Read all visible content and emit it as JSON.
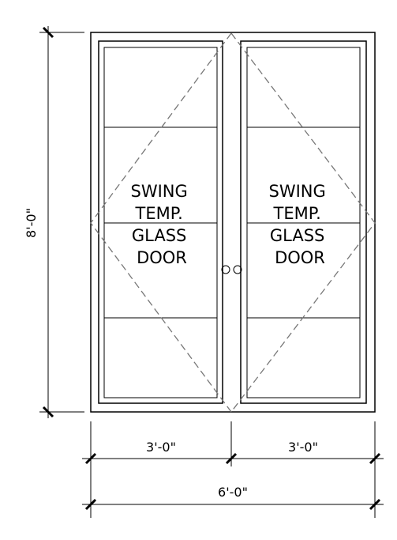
{
  "doors": {
    "left": {
      "lines": [
        "SWING",
        "TEMP.",
        "GLASS",
        "DOOR"
      ]
    },
    "right": {
      "lines": [
        "SWING",
        "TEMP.",
        "GLASS",
        "DOOR"
      ]
    }
  },
  "dimensions": {
    "height": "8'-0\"",
    "left_width": "3'-0\"",
    "right_width": "3'-0\"",
    "total_width": "6'-0\""
  }
}
